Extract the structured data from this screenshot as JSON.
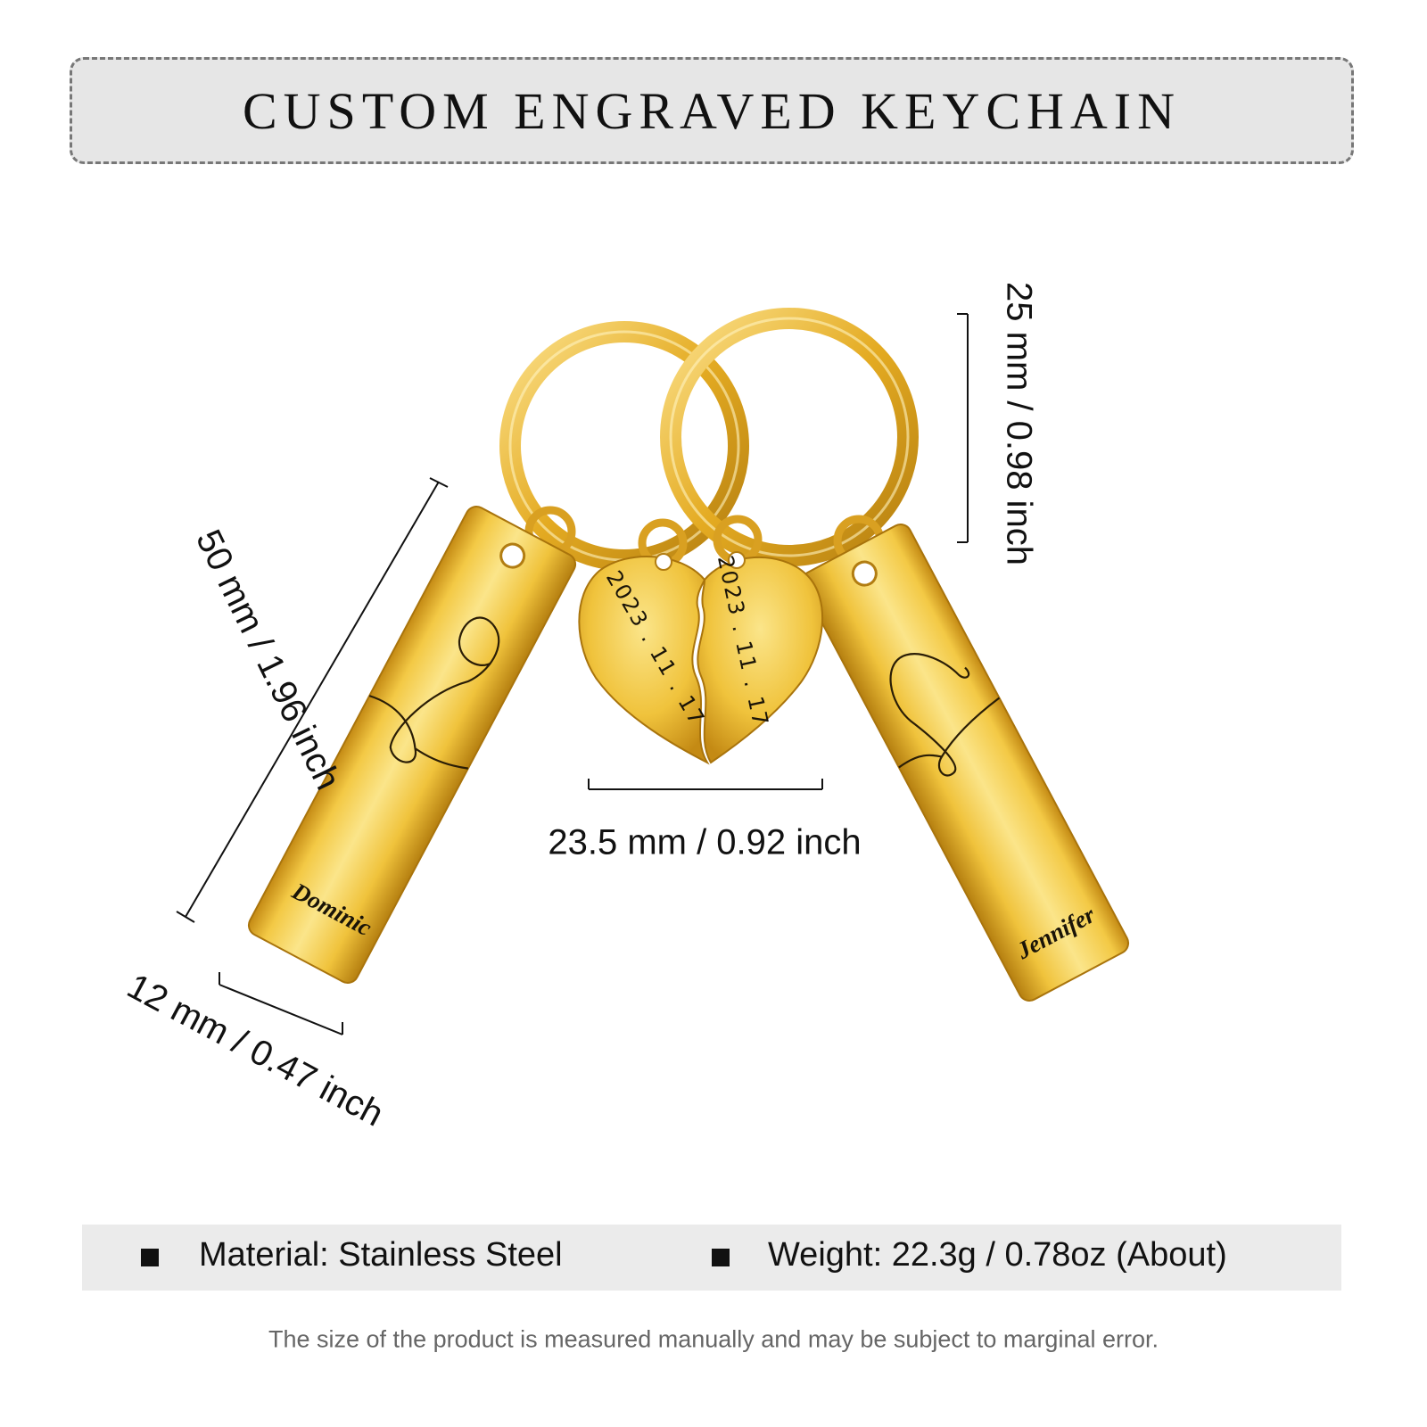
{
  "title": "CUSTOM ENGRAVED KEYCHAIN",
  "dimensions": {
    "ring_diameter": "25 mm / 0.98 inch",
    "bar_length": "50 mm / 1.96 inch",
    "heart_width": "23.5 mm / 0.92 inch",
    "bar_width": "12 mm / 0.47 inch"
  },
  "engravings": {
    "left_name": "Dominic",
    "right_name": "Jennifer",
    "left_date": "2023 . 11 . 17",
    "right_date": "2023 . 11 . 17"
  },
  "specs": {
    "material": "Material: Stainless Steel",
    "weight": "Weight: 22.3g / 0.78oz (About)"
  },
  "disclaimer": "The size of the product is measured manually and may be subject to marginal error.",
  "colors": {
    "gold": "#e8b830",
    "gold_light": "#fbe58a",
    "gold_dark": "#b57f10",
    "banner_bg": "#e6e6e6",
    "banner_border": "#777777",
    "specs_bg": "#ebebeb",
    "text": "#111111",
    "disclaimer_text": "#666666"
  },
  "icons": [
    "square-bullet-icon"
  ]
}
